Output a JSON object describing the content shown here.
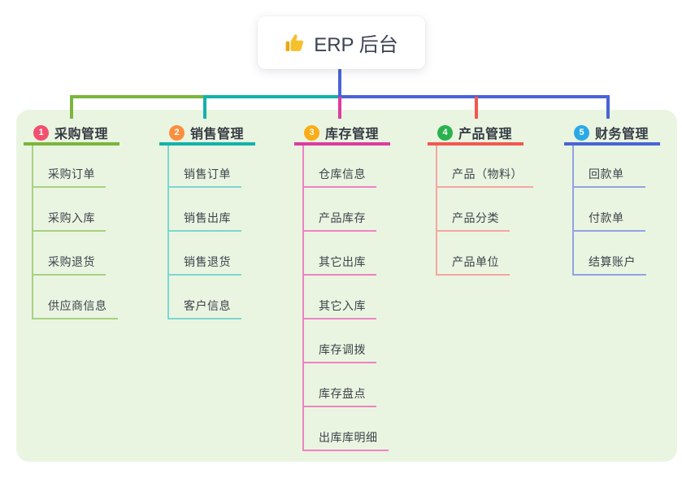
{
  "root": {
    "label": "ERP 后台",
    "icon": "thumbs-up-icon"
  },
  "branches": [
    {
      "index": "1",
      "label": "采购管理",
      "badge_color": "#f2506e",
      "line_color": "#7cb53c",
      "child_line_color": "#a8d180",
      "children": [
        "采购订单",
        "采购入库",
        "采购退货",
        "供应商信息"
      ]
    },
    {
      "index": "2",
      "label": "销售管理",
      "badge_color": "#fb8e3e",
      "line_color": "#12b2aa",
      "child_line_color": "#7fd6cf",
      "children": [
        "销售订单",
        "销售出库",
        "销售退货",
        "客户信息"
      ]
    },
    {
      "index": "3",
      "label": "库存管理",
      "badge_color": "#fcac16",
      "line_color": "#de3b9f",
      "child_line_color": "#ef82c3",
      "children": [
        "仓库信息",
        "产品库存",
        "其它出库",
        "其它入库",
        "库存调拨",
        "库存盘点",
        "出库库明细"
      ]
    },
    {
      "index": "4",
      "label": "产品管理",
      "badge_color": "#2ab14d",
      "line_color": "#f2574f",
      "child_line_color": "#f7a5a0",
      "children": [
        "产品（物料）",
        "产品分类",
        "产品单位"
      ]
    },
    {
      "index": "5",
      "label": "财务管理",
      "badge_color": "#2ba9e6",
      "line_color": "#4a63d6",
      "child_line_color": "#92a3e2",
      "children": [
        "回款单",
        "付款单",
        "结算账户"
      ]
    }
  ],
  "colors": {
    "panel_bg": "#e9f5e1",
    "root_text": "#3b4252",
    "thumb_yellow": "#f6c02d",
    "thumb_cuff": "#eda711"
  }
}
